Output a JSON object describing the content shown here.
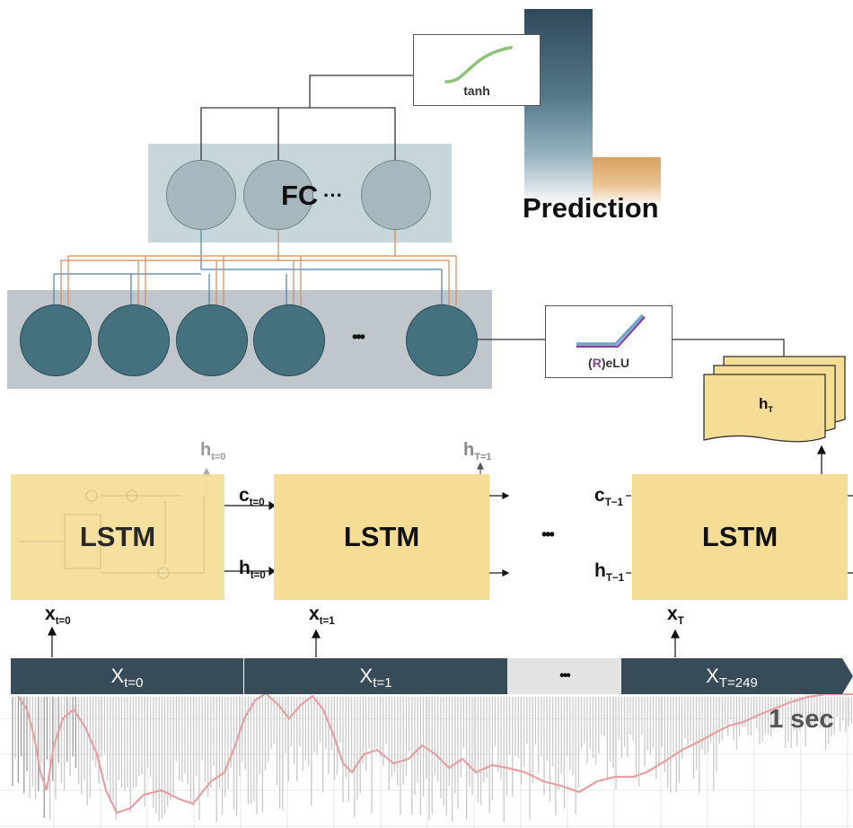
{
  "fc": {
    "label": "FC",
    "ellipsis": "···"
  },
  "dense": {
    "ellipsis": "•••"
  },
  "activations": {
    "tanh": "tanh",
    "relu_paren_open": "(",
    "relu_r": "R",
    "relu_rest": ")eLU"
  },
  "prediction": "Prediction",
  "hidden_output": {
    "base": "h",
    "sub": "T"
  },
  "lstm": {
    "label": "LSTM",
    "middle_ellipsis": "•••",
    "cells": [
      {
        "h_top": "h",
        "h_top_sub": "t=0",
        "c_out": "c",
        "c_out_sub": "t=0",
        "h_out": "h",
        "h_out_sub": "t=0",
        "x_in": "x",
        "x_in_sub": "t=0"
      },
      {
        "h_top": "h",
        "h_top_sub": "T=1",
        "x_in": "x",
        "x_in_sub": "t=1"
      },
      {
        "c_in": "c",
        "c_in_sub": "T−1",
        "h_in": "h",
        "h_in_sub": "T−1",
        "x_in": "x",
        "x_in_sub": "T"
      }
    ]
  },
  "input_bar": {
    "segments": [
      {
        "base": "X",
        "sub": "t=0"
      },
      {
        "base": "X",
        "sub": "t=1"
      },
      {
        "ellipsis": "•••"
      },
      {
        "base": "X",
        "sub": "T=249"
      }
    ]
  },
  "signal": {
    "duration_label": "1 sec"
  },
  "colors": {
    "lstm": "#f5dd96",
    "dense_node": "#45707e",
    "fc_node": "#a6b8bd",
    "input_bar": "#384b59",
    "envelope": "#e79a9a"
  }
}
